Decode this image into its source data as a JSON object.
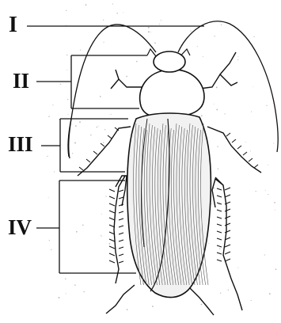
{
  "labels": {
    "one": "I",
    "two": "II",
    "three": "III",
    "four": "IV"
  },
  "colors": {
    "ink": "#111111",
    "paper": "#ffffff"
  }
}
